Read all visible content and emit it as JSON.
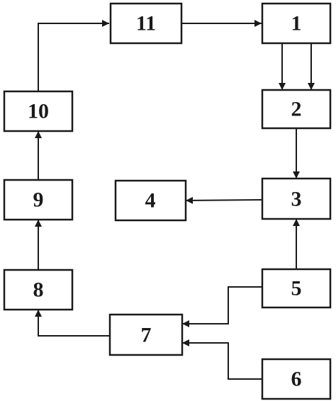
{
  "diagram": {
    "blocks": [
      {
        "id": "b1",
        "label": "1"
      },
      {
        "id": "b2",
        "label": "2"
      },
      {
        "id": "b3",
        "label": "3"
      },
      {
        "id": "b4",
        "label": "4"
      },
      {
        "id": "b5",
        "label": "5"
      },
      {
        "id": "b6",
        "label": "6"
      },
      {
        "id": "b7",
        "label": "7"
      },
      {
        "id": "b8",
        "label": "8"
      },
      {
        "id": "b9",
        "label": "9"
      },
      {
        "id": "b10",
        "label": "10"
      },
      {
        "id": "b11",
        "label": "11"
      }
    ],
    "connections": [
      {
        "from": "1",
        "to": "2"
      },
      {
        "from": "1",
        "to": "2"
      },
      {
        "from": "2",
        "to": "3"
      },
      {
        "from": "3",
        "to": "4"
      },
      {
        "from": "5",
        "to": "3"
      },
      {
        "from": "5",
        "to": "7"
      },
      {
        "from": "6",
        "to": "7"
      },
      {
        "from": "7",
        "to": "8"
      },
      {
        "from": "8",
        "to": "9"
      },
      {
        "from": "9",
        "to": "10"
      },
      {
        "from": "10",
        "to": "11"
      },
      {
        "from": "11",
        "to": "1"
      }
    ],
    "line_color": "#1a1a1a",
    "box_fill": "#ffffff"
  }
}
